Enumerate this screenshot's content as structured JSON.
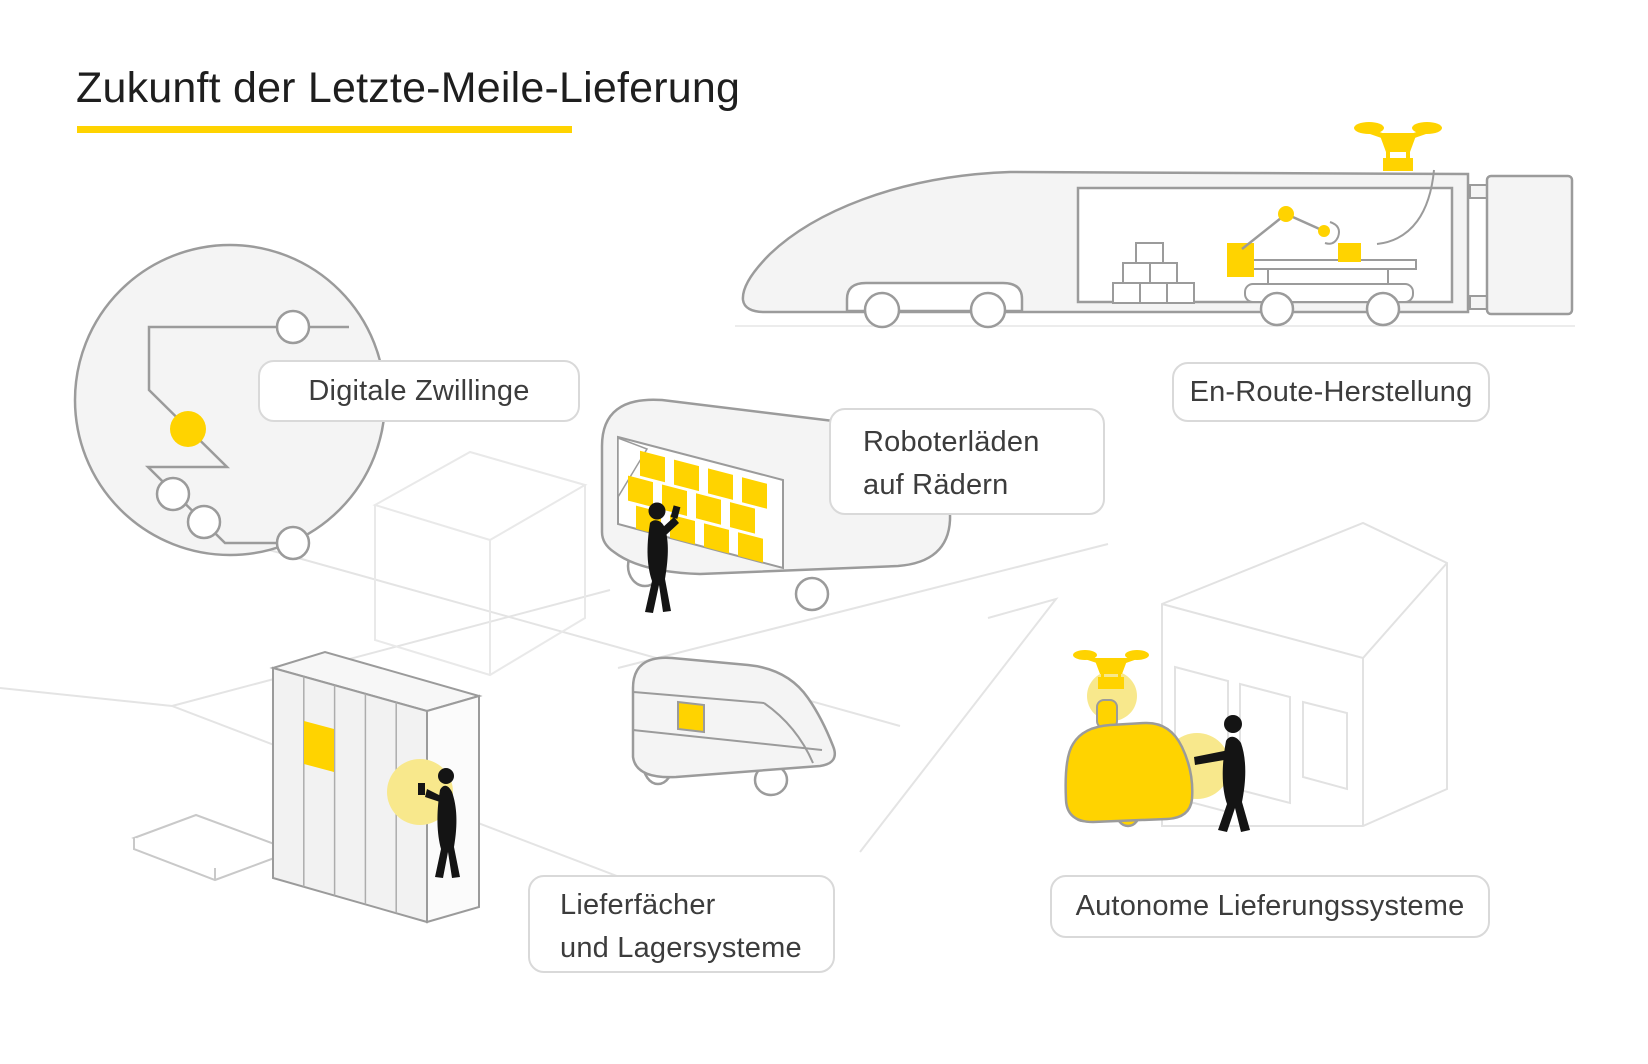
{
  "title": {
    "text": "Zukunft der Letzte-Meile-Lieferung"
  },
  "callouts": {
    "digital_twins": {
      "label": "Digitale Zwillinge"
    },
    "robot_shops": {
      "line1": "Roboterläden",
      "line2": "auf Rädern"
    },
    "en_route": {
      "label": "En-Route-Herstellung"
    },
    "lockers": {
      "line1": "Lieferfächer",
      "line2": "und Lagersysteme"
    },
    "autonomous": {
      "label": "Autonome Lieferungssysteme"
    }
  },
  "colors": {
    "accent_yellow": "#FFD300",
    "soft_yellow": "#F8E88C",
    "outline_gray": "#9B9B9B",
    "light_outline": "#E3E3E3",
    "shape_fill": "#F4F4F4",
    "title_text": "#1E1E1E",
    "label_text": "#3C3C3C",
    "silhouette_black": "#141414"
  },
  "scene_items": [
    "digital-twin-network",
    "en-route-manufacturing-train",
    "cargo-drone",
    "robot-shop-van",
    "delivery-van",
    "parcel-lockers",
    "delivery-drone",
    "autonomous-delivery-robot",
    "customer-house"
  ]
}
